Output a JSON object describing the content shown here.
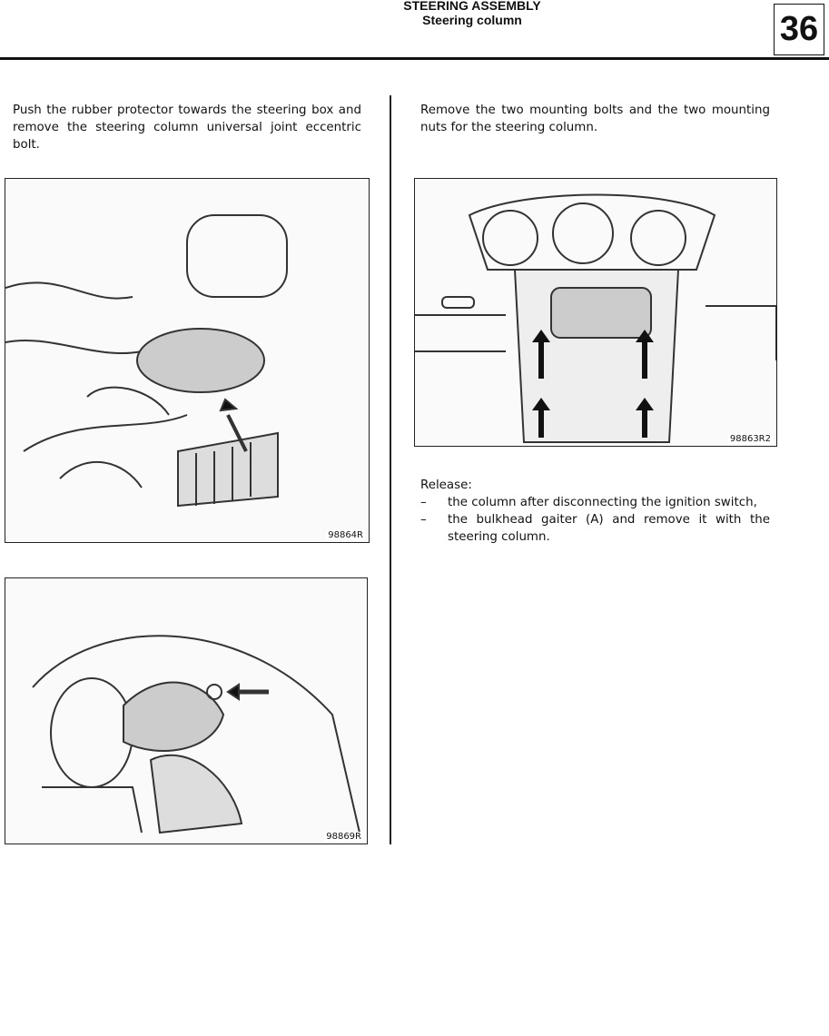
{
  "header": {
    "title": "STEERING ASSEMBLY",
    "subtitle": "Steering column",
    "section": "36"
  },
  "left": {
    "instruction": "Push the rubber protector towards the steering box and remove the steering column universal joint eccentric bolt.",
    "figure1_ref": "98864R",
    "figure2_ref": "98869R"
  },
  "right": {
    "instruction": "Remove the two mounting bolts and the two mounting nuts for the steering column.",
    "figure3_ref": "98863R2",
    "release_label": "Release:",
    "release_items": [
      "the column after disconnecting the ignition switch,",
      "the bulkhead gaiter (A) and remove it with the steering column."
    ],
    "bullet": "–"
  }
}
